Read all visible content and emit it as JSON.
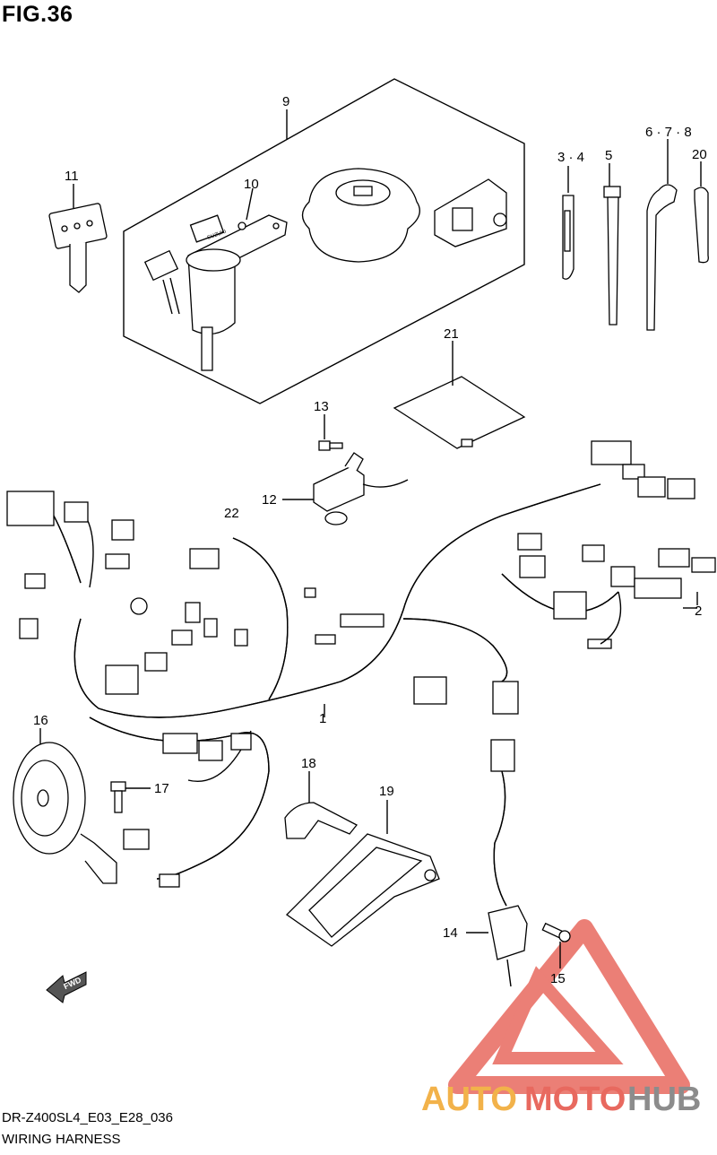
{
  "figure_title": "FIG.36",
  "model_code": "DR-Z400SL4_E03_E28_036",
  "diagram_name": "WIRING HARNESS",
  "watermark": {
    "brand_parts": [
      "AUTO",
      "MOTO",
      "HUB"
    ],
    "colors": {
      "auto": "#f2b24a",
      "moto": "#e8695f",
      "hub": "#8c8c8c",
      "logo": "#e8695f"
    }
  },
  "fwd_label": "FWD",
  "callouts": {
    "c1": "1",
    "c2": "2",
    "c3_4": "3 · 4",
    "c5": "5",
    "c6_7_8": "6 · 7 · 8",
    "c9": "9",
    "c10": "10",
    "c11": "11",
    "c12": "12",
    "c13": "13",
    "c14": "14",
    "c15": "15",
    "c16": "16",
    "c17": "17",
    "c18": "18",
    "c19": "19",
    "c20": "20",
    "c21": "21",
    "c22": "22"
  },
  "key_logo": "SUZUKI"
}
